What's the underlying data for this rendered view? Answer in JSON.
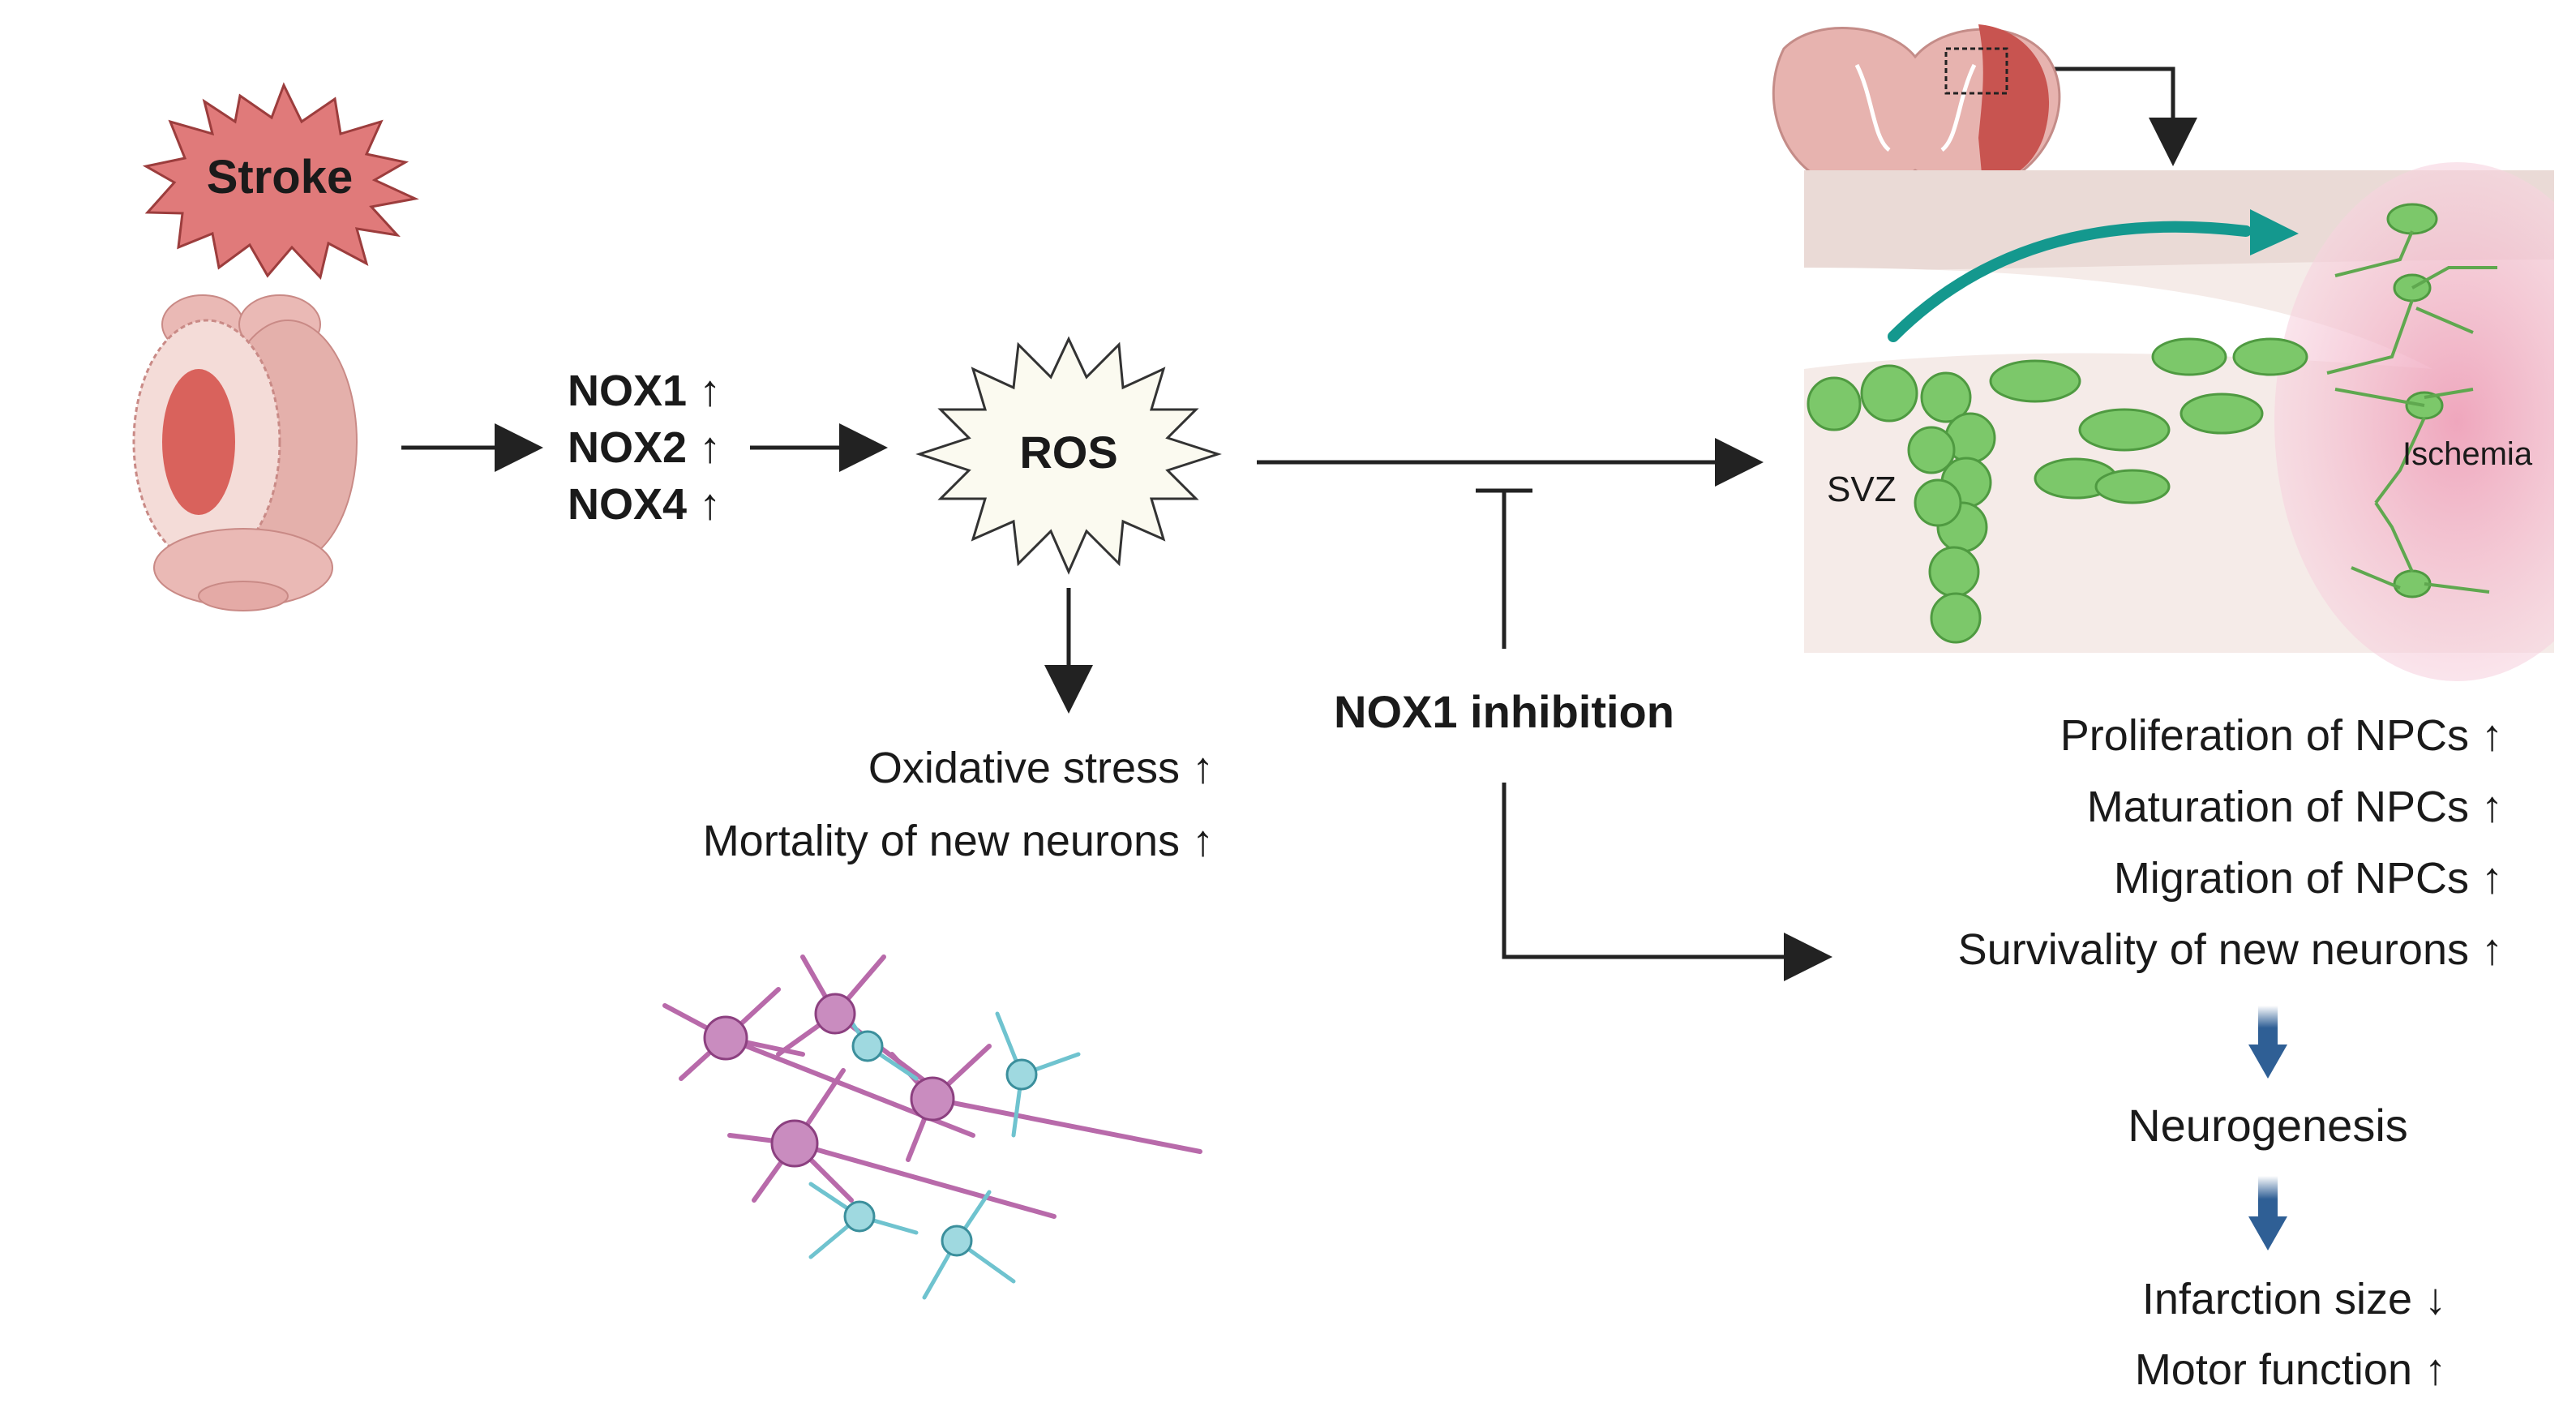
{
  "stroke": {
    "label": "Stroke"
  },
  "nox": {
    "items": [
      "NOX1",
      "NOX2",
      "NOX4"
    ]
  },
  "ros": {
    "label": "ROS"
  },
  "ros_effects": [
    "Oxidative stress",
    "Mortality of new neurons"
  ],
  "inhibition": {
    "label": "NOX1 inhibition"
  },
  "svz_panel": {
    "svz_label": "SVZ",
    "ischemia_label": "Ischemia"
  },
  "outcomes": [
    "Proliferation of NPCs",
    "Maturation of NPCs",
    "Migration of NPCs",
    "Survivality of new neurons"
  ],
  "neurogenesis": {
    "label": "Neurogenesis"
  },
  "final": {
    "infarction": "Infarction size",
    "motor": "Motor function"
  },
  "colors": {
    "stroke_fill": "#e07a7a",
    "ros_fill": "#fbfaf0",
    "brain_fill": "#e8b6b2",
    "lesion": "#d9625c",
    "npc_green": "#7cc86a",
    "migration_arrow": "#14988e",
    "blue_arrow": "#2f5f95",
    "neuron_pink": "#b86aaa",
    "neuron_cyan": "#6fc3cf"
  },
  "icons": [
    "stroke-burst",
    "mouse-brain-icon",
    "coronal-brain-icon",
    "neuron-cluster-icon",
    "svz-migration-panel"
  ]
}
